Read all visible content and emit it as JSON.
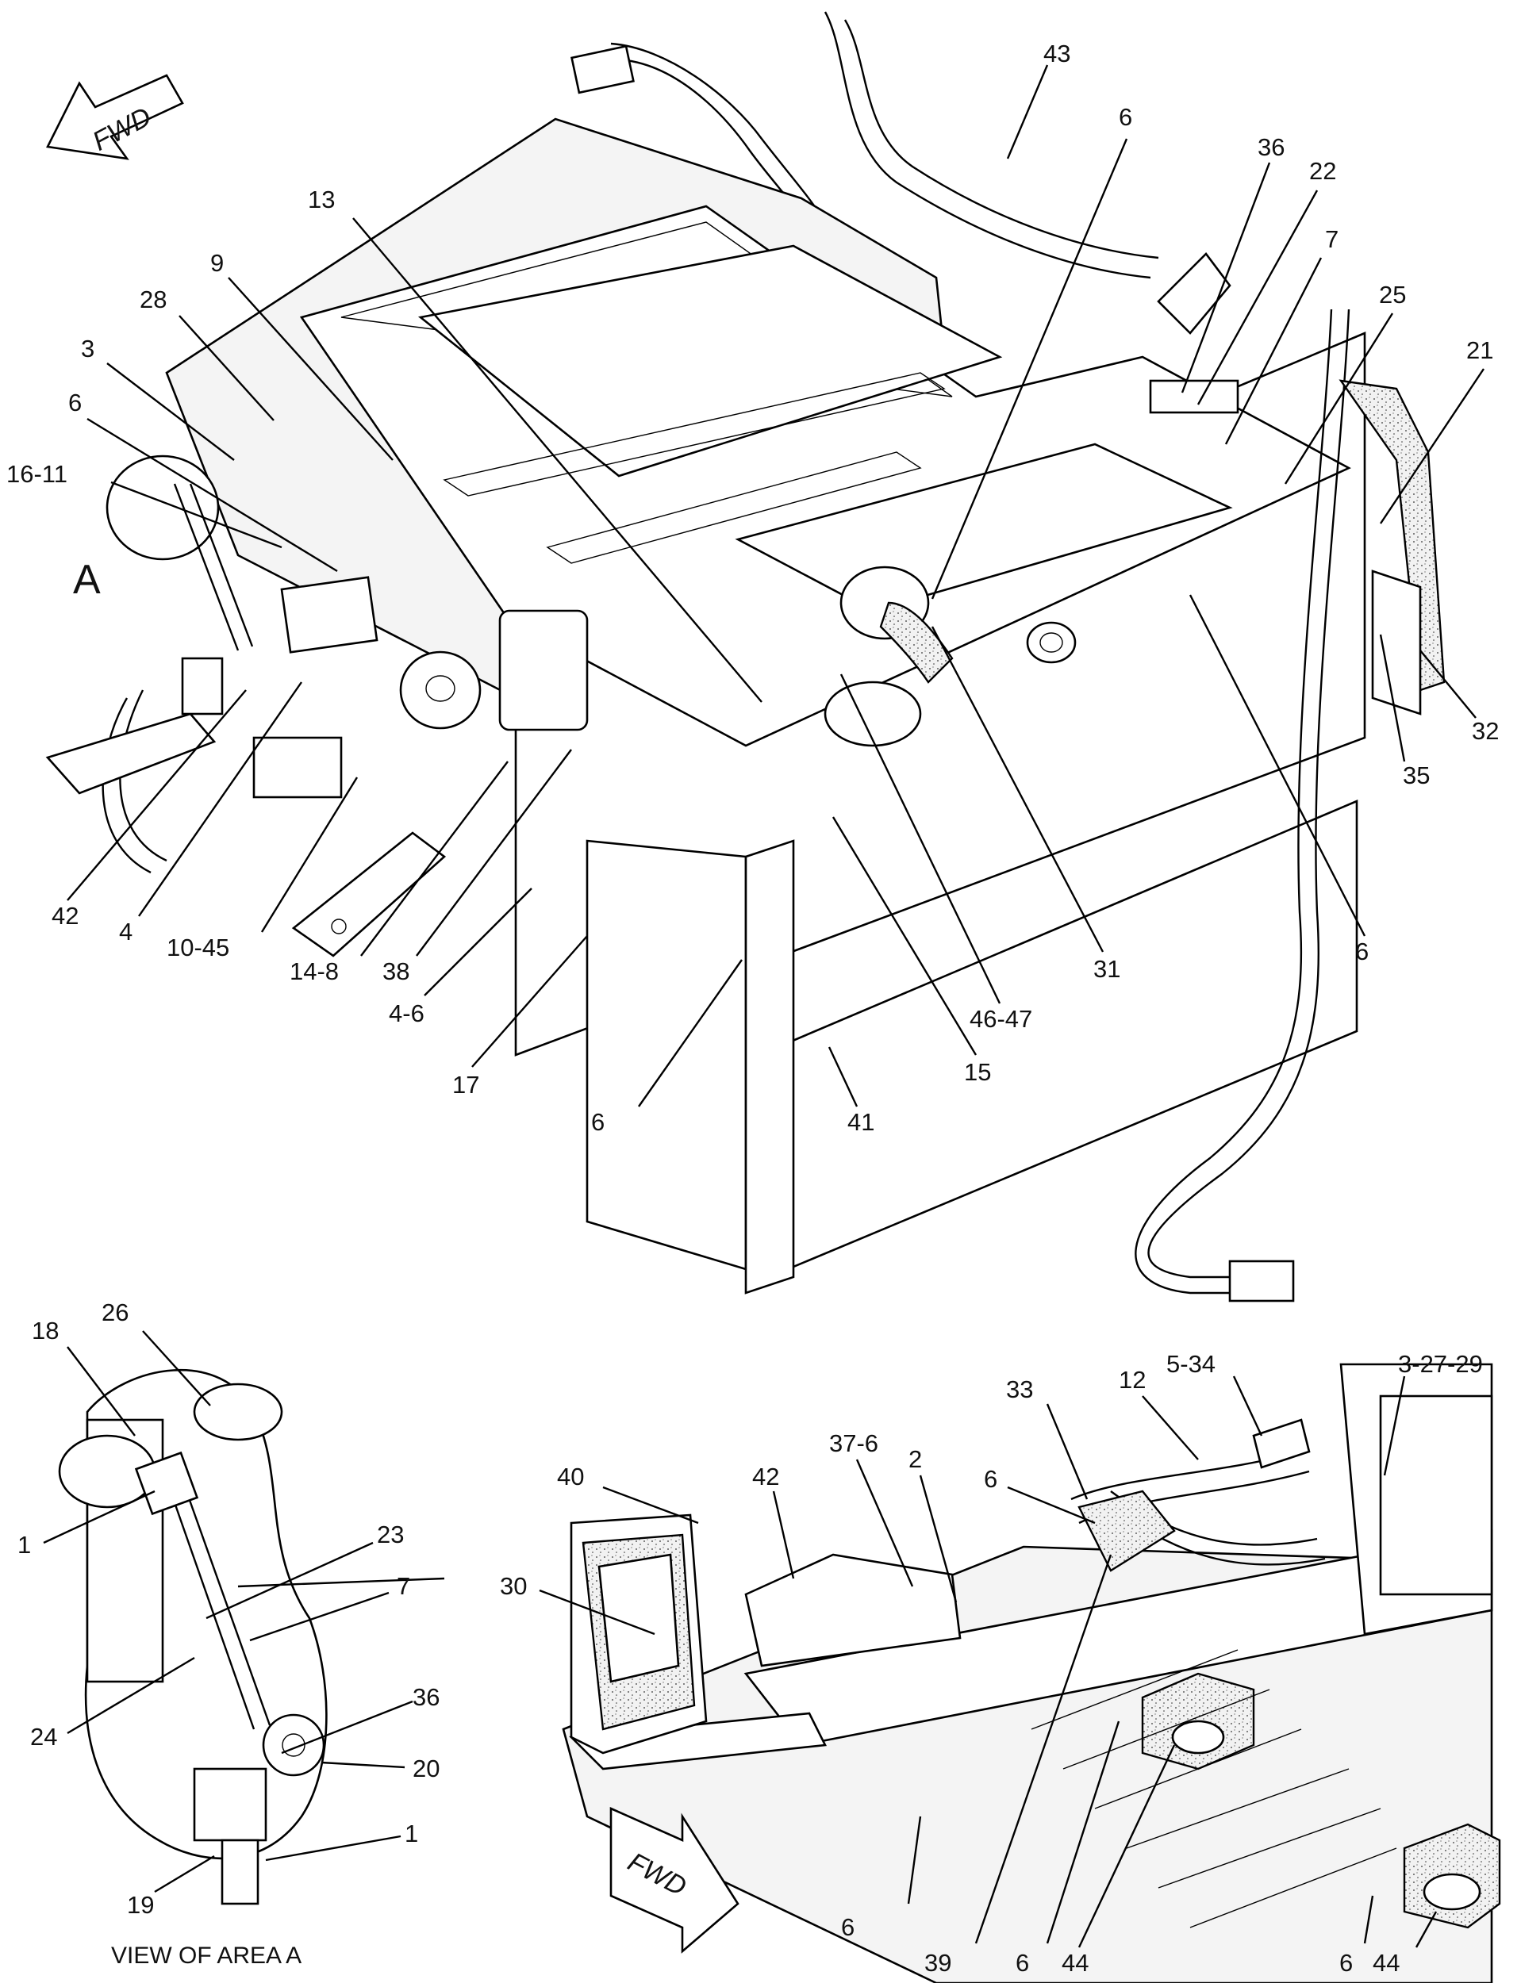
{
  "labels": {
    "main": [
      "43",
      "6",
      "36",
      "22",
      "7",
      "25",
      "21",
      "13",
      "9",
      "28",
      "3",
      "6",
      "16-11",
      "32",
      "35",
      "6",
      "31",
      "46-47",
      "15",
      "41",
      "6",
      "17",
      "4-6",
      "38",
      "14-8",
      "10-45",
      "4",
      "42"
    ],
    "area_a": [
      "26",
      "18",
      "1",
      "23",
      "7",
      "24",
      "36",
      "20",
      "1",
      "19"
    ],
    "lower_right": [
      "5-34",
      "3-27-29",
      "33",
      "12",
      "6",
      "37-6",
      "2",
      "42",
      "40",
      "30",
      "39",
      "6",
      "44",
      "6",
      "44",
      "6"
    ]
  },
  "fwd_top": "FWD",
  "fwd_bottom": "FWD",
  "area_marker": "A",
  "caption": "VIEW OF AREA  A"
}
